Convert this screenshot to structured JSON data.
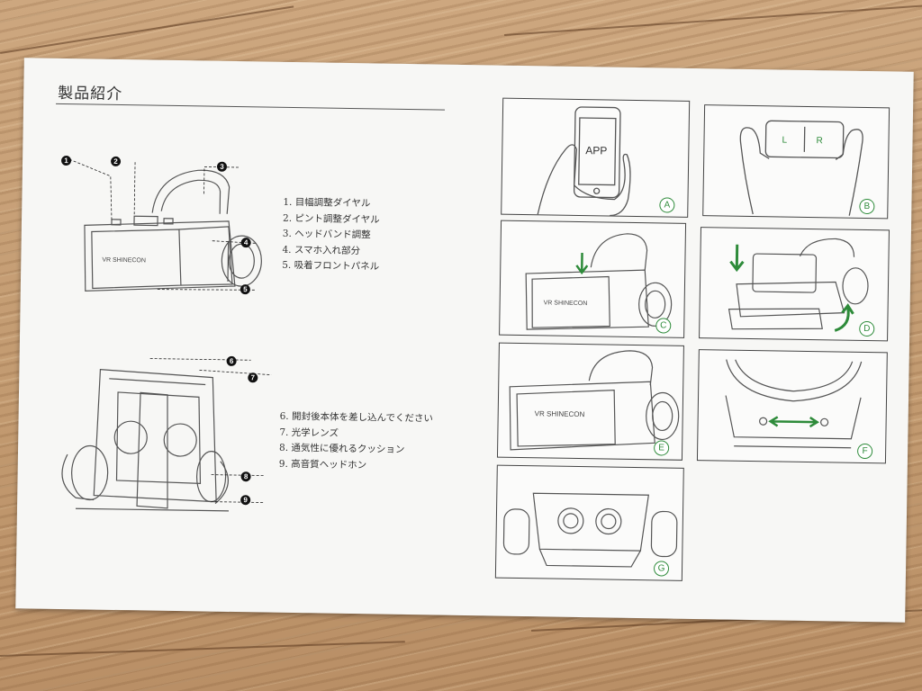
{
  "colors": {
    "wood": "#c9a27a",
    "paper": "#f7f7f5",
    "line": "#444444",
    "accent_green": "#2e8b3a"
  },
  "heading": "製品紹介",
  "callouts": [
    "1",
    "2",
    "3",
    "4",
    "5",
    "6",
    "7",
    "8",
    "9"
  ],
  "parts_list_1": [
    "1. 目幅調整ダイヤル",
    "2. ピント調整ダイヤル",
    "3. ヘッドバンド調整",
    "4. スマホ入れ部分",
    "5. 吸着フロントパネル"
  ],
  "parts_list_2": [
    "6. 開封後本体を差し込んでください",
    "7. 光学レンズ",
    "8. 通気性に優れるクッション",
    "9. 高音質ヘッドホン"
  ],
  "headset": {
    "brand": "VR SHINECON"
  },
  "panels": {
    "A": {
      "badge": "A",
      "screen_text": "APP"
    },
    "B": {
      "badge": "B",
      "left": "L",
      "right": "R"
    },
    "C": {
      "badge": "C",
      "brand": "VR SHINECON"
    },
    "D": {
      "badge": "D"
    },
    "E": {
      "badge": "E",
      "brand": "VR SHINECON"
    },
    "F": {
      "badge": "F"
    },
    "G": {
      "badge": "G"
    }
  },
  "icons": [
    "phone-icon",
    "hand-icon",
    "arrow-down-icon",
    "arrow-rotate-icon",
    "arrow-left-right-icon",
    "headset-icon"
  ]
}
